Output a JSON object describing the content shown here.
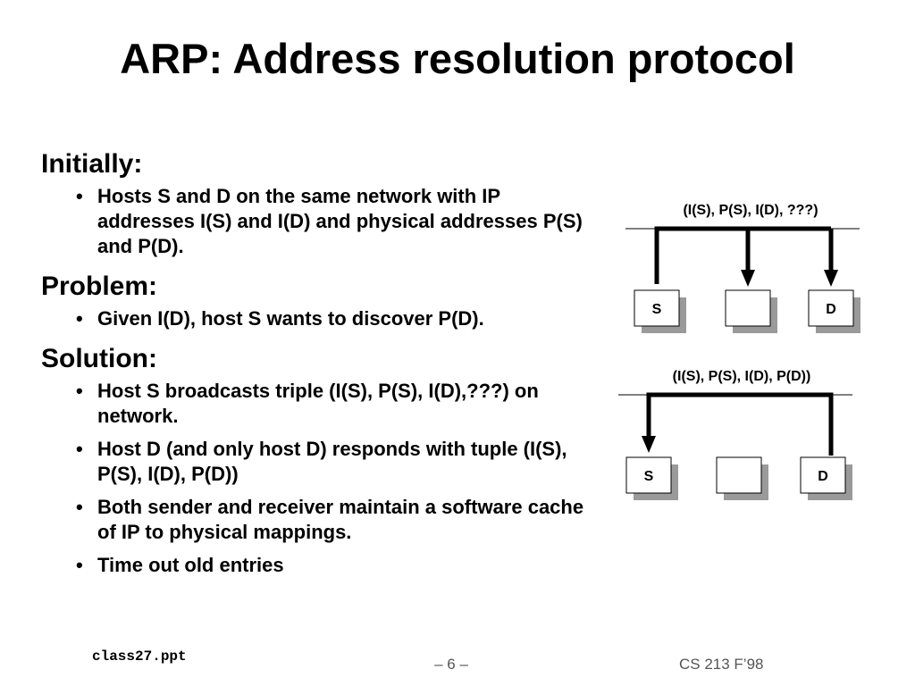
{
  "title": "ARP: Address resolution protocol",
  "sections": [
    {
      "heading": "Initially:",
      "bullets": [
        "Hosts S and D on the same network with IP addresses I(S) and I(D) and physical addresses P(S) and P(D)."
      ]
    },
    {
      "heading": "Problem:",
      "bullets": [
        "Given I(D), host S wants to discover P(D)."
      ]
    },
    {
      "heading": "Solution:",
      "bullets": [
        "Host S broadcasts triple (I(S), P(S), I(D),???) on network.",
        "Host D (and only host D) responds with tuple (I(S), P(S), I(D), P(D))",
        "Both sender and receiver maintain a software cache of IP to physical mappings.",
        "Time out old entries"
      ]
    }
  ],
  "diagram": {
    "request_label": "(I(S), P(S), I(D), ???)",
    "reply_label": "(I(S), P(S), I(D), P(D))",
    "host_s": "S",
    "host_d": "D"
  },
  "footer": {
    "file": "class27.ppt",
    "page": "– 6 –",
    "course": "CS 213 F’98"
  }
}
